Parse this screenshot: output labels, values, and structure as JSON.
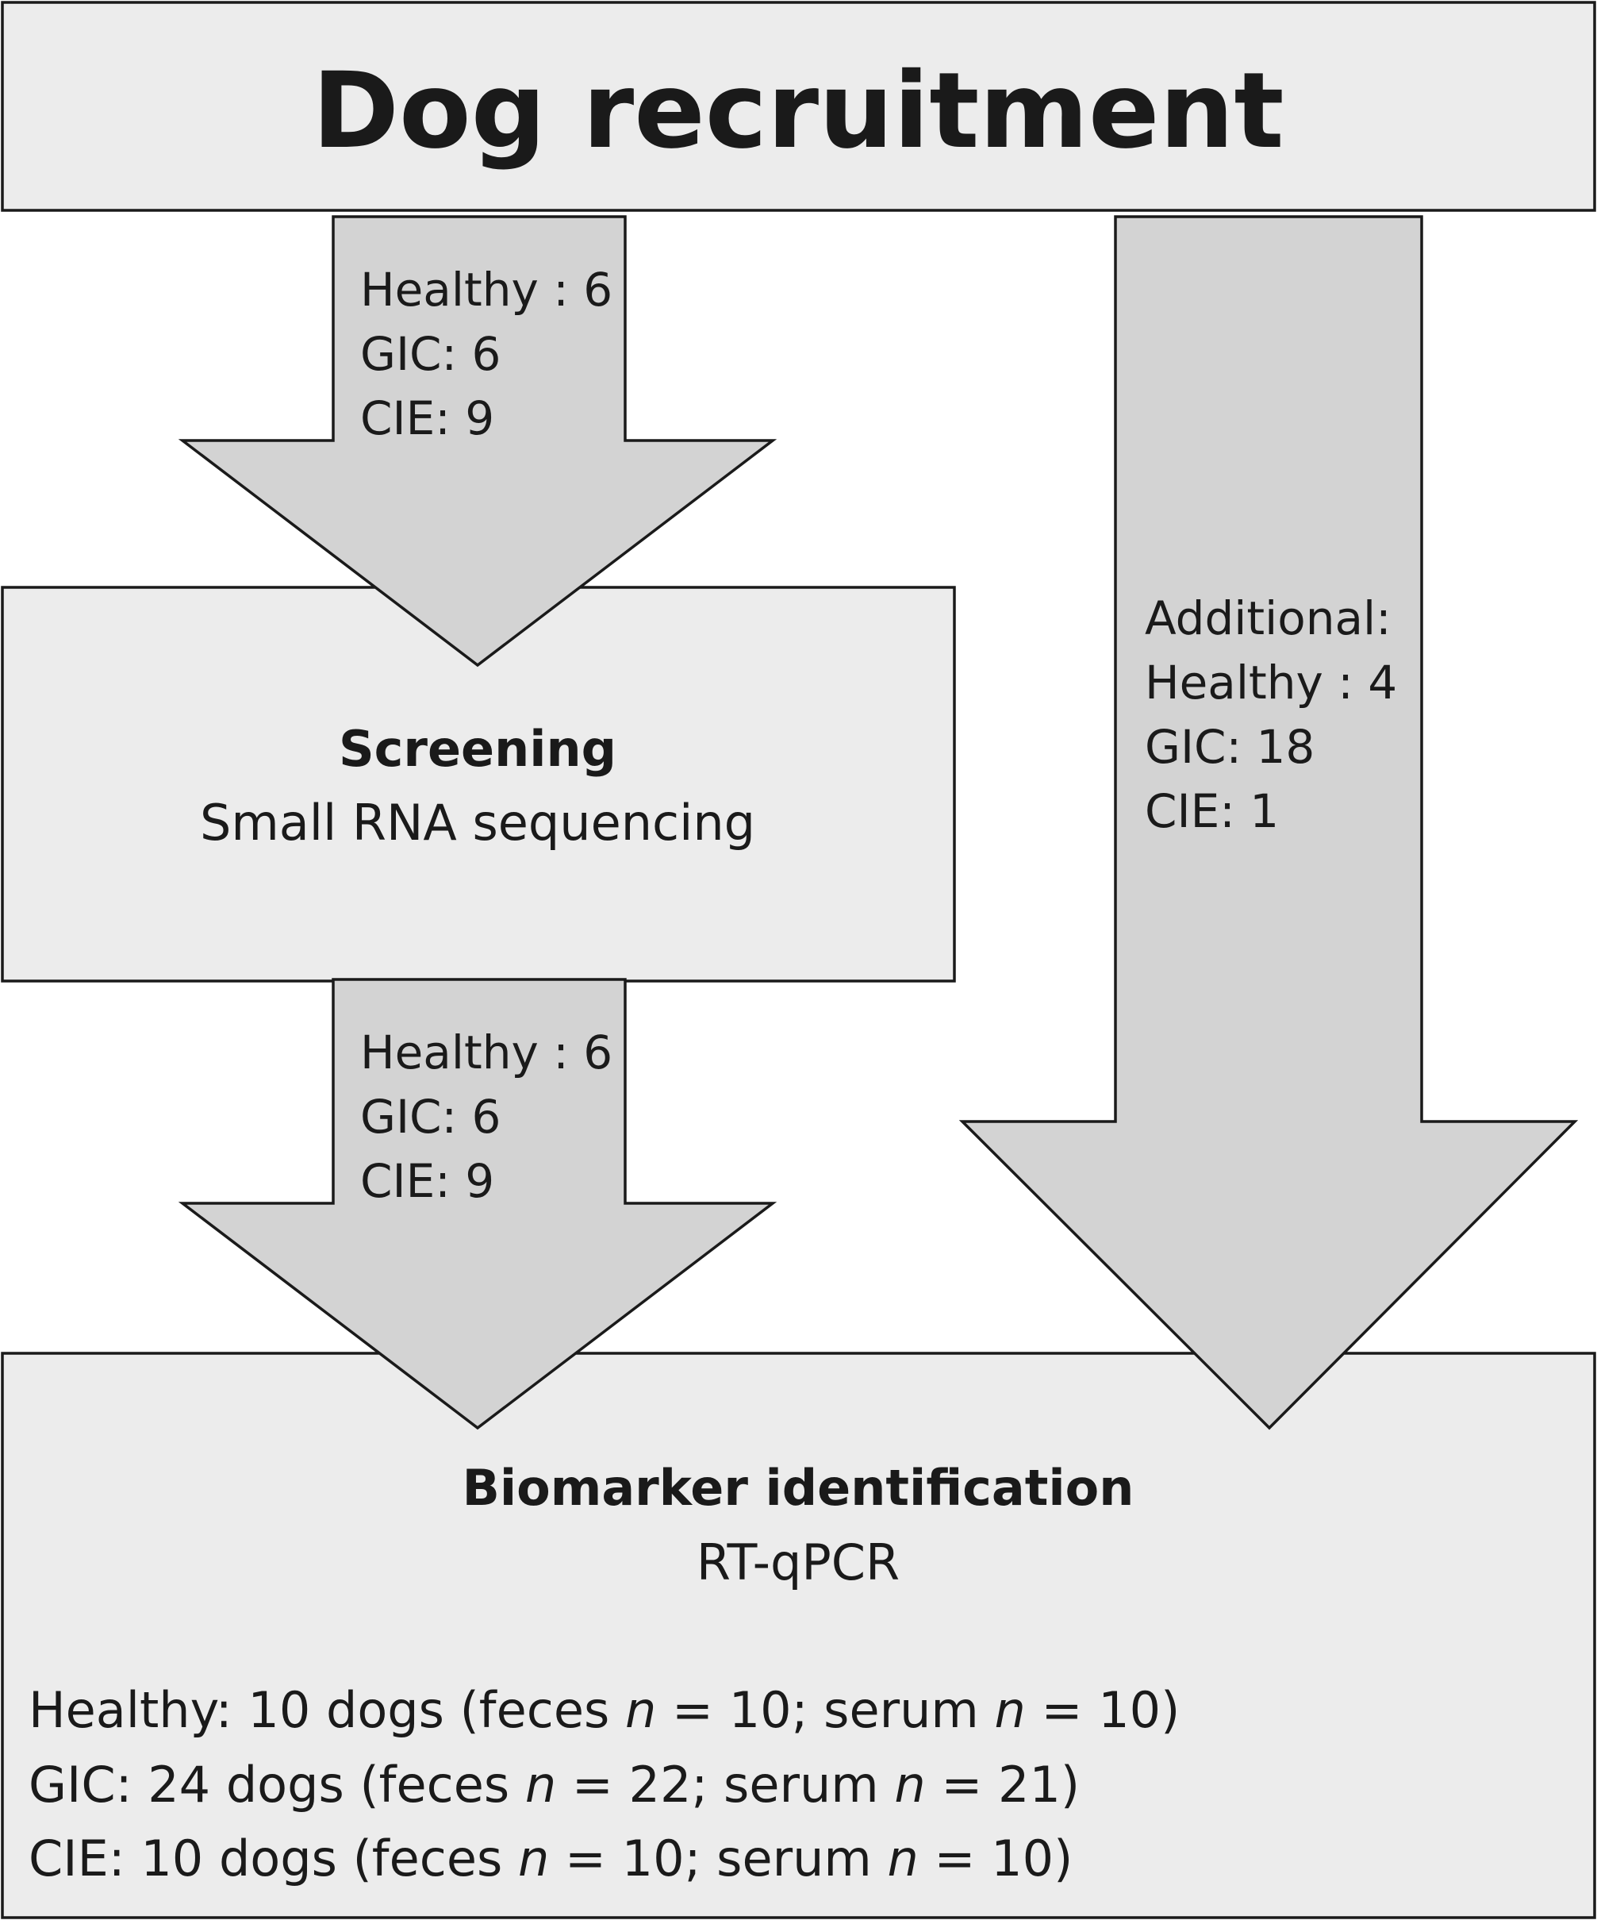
{
  "header": {
    "title": "Dog recruitment"
  },
  "arrow_top": {
    "lines": [
      "Healthy : 6",
      "GIC: 6",
      "CIE: 9"
    ]
  },
  "screening": {
    "title": "Screening",
    "subtitle": "Small RNA sequencing"
  },
  "arrow_middle": {
    "lines": [
      "Healthy : 6",
      "GIC: 6",
      "CIE: 9"
    ]
  },
  "arrow_right": {
    "lines": [
      "Additional:",
      "Healthy : 4",
      "GIC: 18",
      "CIE: 1"
    ]
  },
  "biomarker": {
    "title": "Biomarker identification",
    "subtitle": "RT-qPCR",
    "rows": [
      {
        "group": "Healthy: 10 dogs (feces ",
        "n1": "n",
        "mid": " = 10; serum ",
        "n2": "n",
        "end": " = 10)"
      },
      {
        "group": "GIC: 24 dogs (feces ",
        "n1": "n",
        "mid": " = 22; serum ",
        "n2": "n",
        "end": " = 21)"
      },
      {
        "group": "CIE: 10 dogs (feces ",
        "n1": "n",
        "mid": " = 10; serum ",
        "n2": "n",
        "end": " = 10)"
      }
    ]
  },
  "colors": {
    "box": "#ececec",
    "arrow": "#d3d3d3",
    "stroke": "#1a1a1a"
  }
}
